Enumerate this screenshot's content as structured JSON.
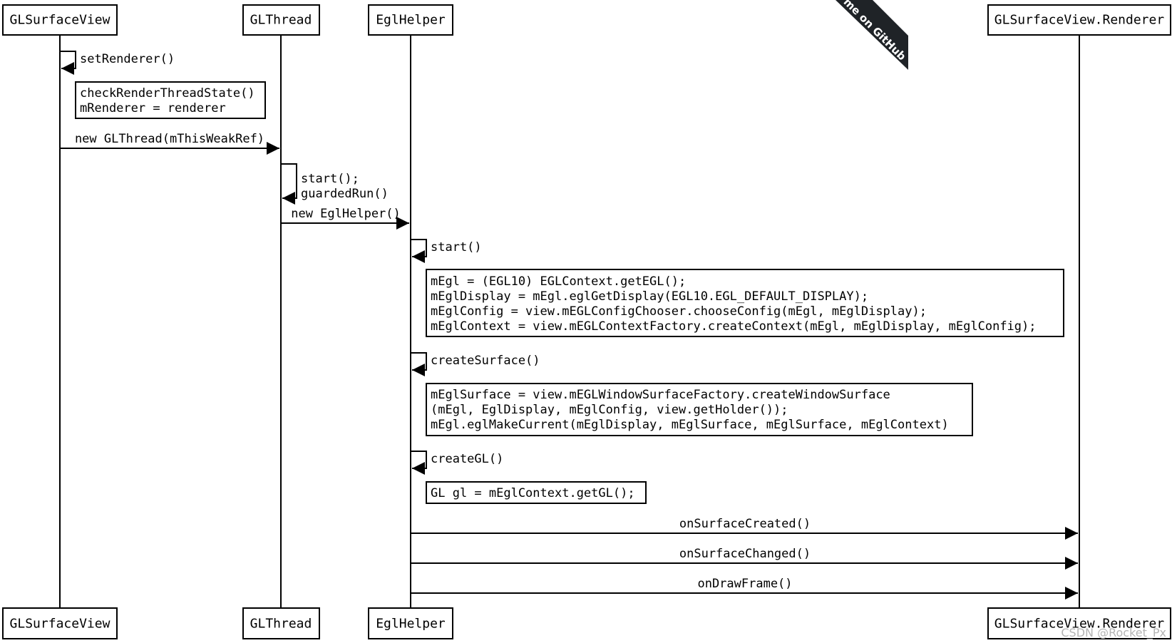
{
  "participants": [
    "GLSurfaceView",
    "GLThread",
    "EglHelper",
    "GLSurfaceView.Renderer"
  ],
  "messages": [
    {
      "from": 0,
      "to": 0,
      "label": "setRenderer()"
    },
    {
      "from": 0,
      "to": 1,
      "label": "new GLThread(mThisWeakRef)"
    },
    {
      "from": 1,
      "to": 1,
      "label": "start();\nguardedRun()"
    },
    {
      "from": 1,
      "to": 2,
      "label": "new EglHelper()"
    },
    {
      "from": 2,
      "to": 2,
      "label": "start()"
    },
    {
      "from": 2,
      "to": 2,
      "label": "createSurface()"
    },
    {
      "from": 2,
      "to": 2,
      "label": "createGL()"
    },
    {
      "from": 2,
      "to": 3,
      "label": "onSurfaceCreated()"
    },
    {
      "from": 2,
      "to": 3,
      "label": "onSurfaceChanged()"
    },
    {
      "from": 2,
      "to": 3,
      "label": "onDrawFrame()"
    }
  ],
  "notes": [
    {
      "participant": 0,
      "lines": [
        "checkRenderThreadState()",
        "mRenderer = renderer"
      ]
    },
    {
      "participant": 2,
      "lines": [
        "mEgl = (EGL10) EGLContext.getEGL();",
        "mEglDisplay = mEgl.eglGetDisplay(EGL10.EGL_DEFAULT_DISPLAY);",
        "mEglConfig = view.mEGLConfigChooser.chooseConfig(mEgl, mEglDisplay);",
        "mEglContext = view.mEGLContextFactory.createContext(mEgl, mEglDisplay, mEglConfig);"
      ]
    },
    {
      "participant": 2,
      "lines": [
        "mEglSurface = view.mEGLWindowSurfaceFactory.createWindowSurface",
        "(mEgl, EglDisplay, mEglConfig, view.getHolder());",
        "mEgl.eglMakeCurrent(mEglDisplay, mEglSurface, mEglSurface, mEglContext)"
      ]
    },
    {
      "participant": 2,
      "lines": [
        "GL gl = mEglContext.getGL();"
      ]
    }
  ],
  "ribbon_text": "Fork me on GitHub",
  "watermark": "CSDN @Rocket_Px",
  "colors": {
    "line": "#000000",
    "ribbon": "#1f2327",
    "watermark": "#b5b5b5"
  }
}
